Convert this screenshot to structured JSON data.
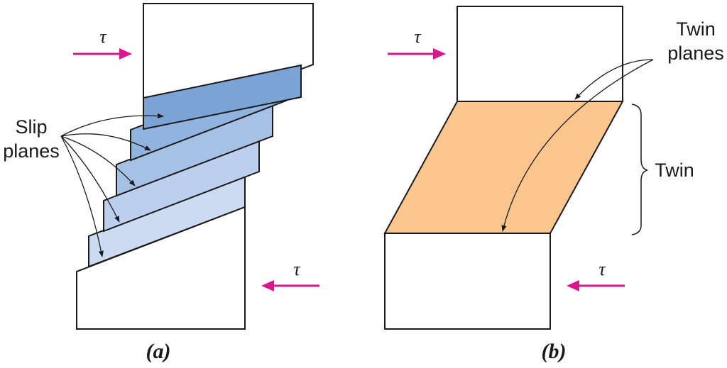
{
  "panels": {
    "a": {
      "caption": "(a)",
      "stress_symbol_top": "τ",
      "stress_symbol_bottom": "τ",
      "label_line1": "Slip",
      "label_line2": "planes",
      "slab_colors": [
        "#7ba3d6",
        "#90b3df",
        "#a6c1e6",
        "#bccfee",
        "#ccdaf2"
      ]
    },
    "b": {
      "caption": "(b)",
      "stress_symbol_top": "τ",
      "stress_symbol_bottom": "τ",
      "label_planes_line1": "Twin",
      "label_planes_line2": "planes",
      "label_twin": "Twin",
      "twin_color": "#fbc58e"
    }
  },
  "colors": {
    "stress_arrow": "#d9168c",
    "outline": "#1a1a1a"
  }
}
